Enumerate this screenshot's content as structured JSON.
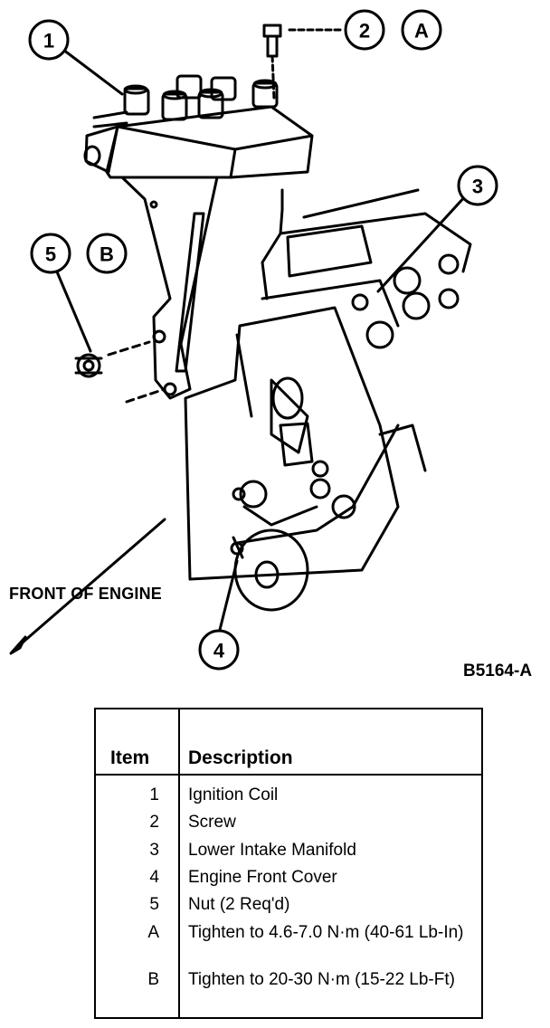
{
  "callouts": [
    {
      "id": "1",
      "label": "1"
    },
    {
      "id": "2",
      "label": "2"
    },
    {
      "id": "A",
      "label": "A"
    },
    {
      "id": "3",
      "label": "3"
    },
    {
      "id": "5",
      "label": "5"
    },
    {
      "id": "B",
      "label": "B"
    },
    {
      "id": "4",
      "label": "4"
    }
  ],
  "front_label": "FRONT OF ENGINE",
  "figure_id": "B5164-A",
  "legend": {
    "header_item": "Item",
    "header_description": "Description",
    "rows": [
      {
        "item": "1",
        "description": "Ignition Coil"
      },
      {
        "item": "2",
        "description": "Screw"
      },
      {
        "item": "3",
        "description": "Lower Intake Manifold"
      },
      {
        "item": "4",
        "description": "Engine Front Cover"
      },
      {
        "item": "5",
        "description": "Nut (2 Req'd)"
      },
      {
        "item": "A",
        "description": "Tighten to 4.6-7.0 N·m (40-61 Lb-In)"
      },
      {
        "item": "B",
        "description": "Tighten to 20-30 N·m (15-22 Lb-Ft)"
      }
    ]
  }
}
